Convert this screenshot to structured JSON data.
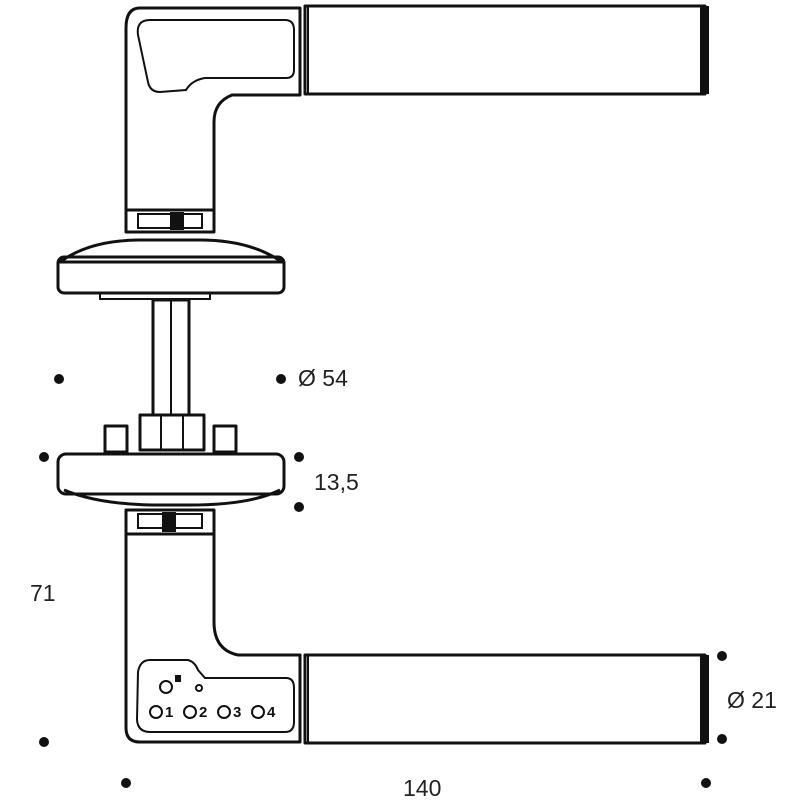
{
  "dimensions": {
    "rose_diameter": "Ø 54",
    "rose_height": "13,5",
    "lever_height": "71",
    "grip_diameter": "Ø 21",
    "lever_length": "140"
  },
  "code_labels": [
    "1",
    "2",
    "3",
    "4"
  ],
  "colors": {
    "line": "#111111",
    "text": "#222222",
    "background": "#ffffff"
  }
}
